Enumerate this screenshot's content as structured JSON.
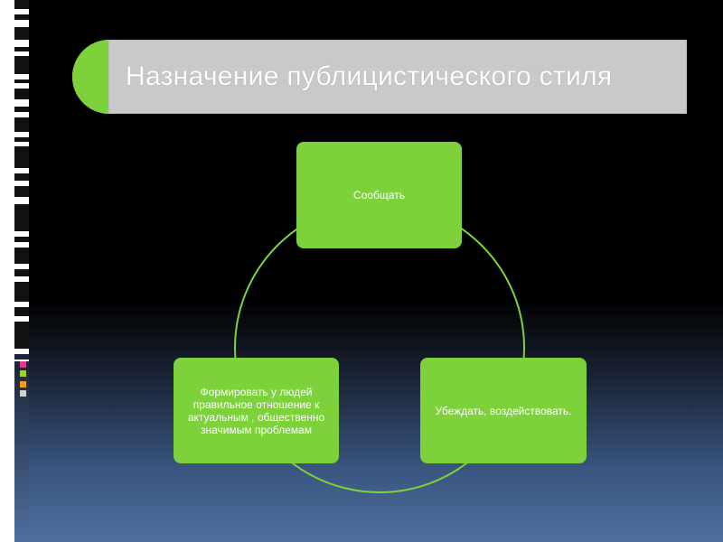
{
  "title": "Назначение публицистического стиля",
  "nodes": {
    "top": "Сообщать",
    "right": "Убеждать, воздействовать.",
    "left": "Формировать у людей правильное отношение к актуальным , общественно значимым проблемам"
  },
  "colors": {
    "accent": "#7dd13a",
    "title_bar": "#c9c9c9",
    "ring": "#7dd13a"
  }
}
